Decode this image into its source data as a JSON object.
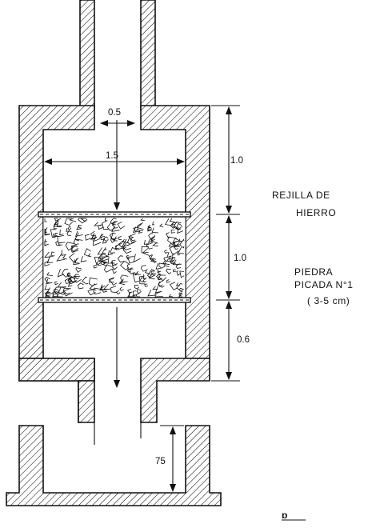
{
  "labels": {
    "grille_line1": "REJILLA DE",
    "grille_line2": "HIERRO",
    "stone_line1": "PIEDRA",
    "stone_line2": "PICADA N°1",
    "stone_line3": "( 3-5 cm)",
    "corner_mark": "ɒ"
  },
  "dimensions": {
    "inlet_width": "0.5",
    "chamber_width": "1.5",
    "upper_space": "1.0",
    "stone_layer": "1.0",
    "lower_space": "0.6",
    "drop_height": "75"
  },
  "icons": [
    "flow-arrow-icon",
    "hatch-pattern",
    "crushed-stone-pattern"
  ]
}
